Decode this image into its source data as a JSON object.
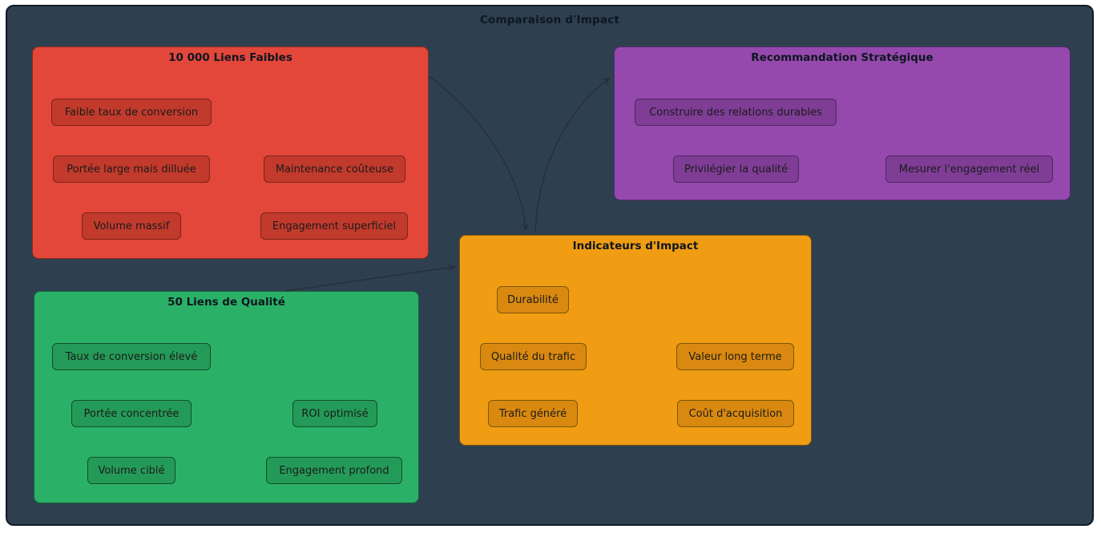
{
  "title": "Comparaison d'Impact",
  "colors": {
    "page-bg": "#ffffff",
    "canvas-bg": "#2e3f50",
    "canvas-border": "#121c26",
    "title-ink": "#0e1620",
    "ink": "#1b1b1b",
    "edge": "#26303b",
    "red-bg": "#e2473a",
    "red-border": "#8f2a20",
    "red-item-bg": "#c23a2c",
    "red-item-border": "#7c2318",
    "green-bg": "#2bb167",
    "green-border": "#17623a",
    "green-item-bg": "#249a58",
    "green-item-border": "#124f2c",
    "orange-bg": "#f09d13",
    "orange-border": "#7d550a",
    "orange-item-bg": "#d9890f",
    "orange-item-border": "#7d550a",
    "purple-bg": "#9549ad",
    "purple-border": "#54296b",
    "purple-item-bg": "#7f3d96",
    "purple-item-border": "#4f2562"
  },
  "groups": {
    "weak": {
      "title": "10 000 Liens Faibles",
      "items": [
        "Faible taux de conversion",
        "Portée large mais dilluée",
        "Maintenance coûteuse",
        "Volume massif",
        "Engagement superficiel"
      ]
    },
    "quality": {
      "title": "50 Liens de Qualité",
      "items": [
        "Taux de conversion élevé",
        "Portée concentrée",
        "ROI optimisé",
        "Volume ciblé",
        "Engagement profond"
      ]
    },
    "impact": {
      "title": "Indicateurs d'Impact",
      "items": [
        "Durabilité",
        "Qualité du trafic",
        "Valeur long terme",
        "Trafic généré",
        "Coût d'acquisition"
      ]
    },
    "reco": {
      "title": "Recommandation Stratégique",
      "items": [
        "Construire des relations durables",
        "Privilégier la qualité",
        "Mesurer l'engagement réel"
      ]
    }
  },
  "edges": [
    {
      "from": "10 000 Liens Faibles",
      "to": "Indicateurs d'Impact"
    },
    {
      "from": "50 Liens de Qualité",
      "to": "Indicateurs d'Impact"
    },
    {
      "from": "Indicateurs d'Impact",
      "to": "Recommandation Stratégique"
    }
  ]
}
